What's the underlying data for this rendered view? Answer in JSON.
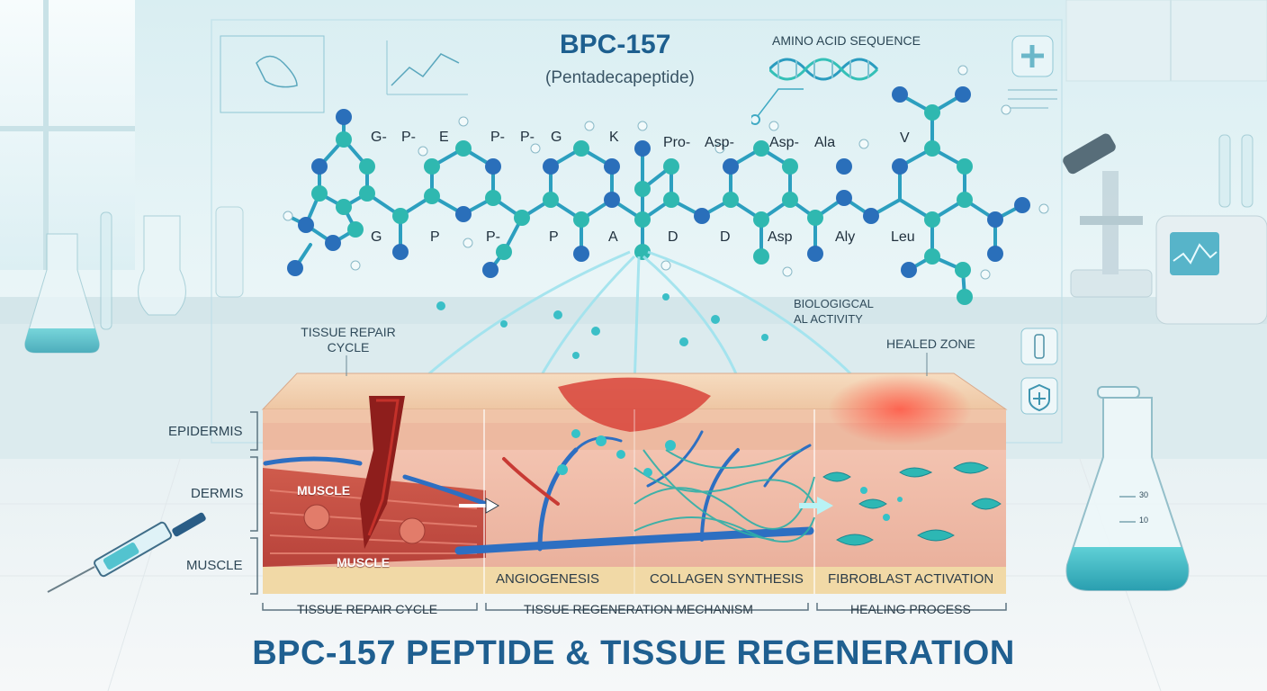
{
  "peptide": {
    "name": "BPC-157",
    "subtitle": "(Pentadecapeptide)",
    "sequence_label": "AMINO ACID SEQUENCE",
    "top_letters": [
      "G-",
      "P-",
      "E",
      "P-",
      "P-",
      "G",
      "K",
      "Pro-",
      "Asp-",
      "Asp-",
      "Ala",
      "V"
    ],
    "bottom_letters": [
      "G",
      "P",
      "P-",
      "P",
      "A",
      "D",
      "D",
      "Asp",
      "Aly",
      "Leu"
    ]
  },
  "annotations": {
    "activity_line1": "BIOLOGIGCAL",
    "activity_line2": "AL ACTIVITY",
    "repair_line1": "TISSUE REPAIR",
    "repair_line2": "CYCLE",
    "healed_zone": "HEALED ZONE"
  },
  "layers": {
    "epidermis": "EPIDERMIS",
    "dermis": "DERMIS",
    "muscle": "MUSCLE",
    "muscle_in_block_1": "MUSCLE",
    "muscle_in_block_2": "MUSCLE"
  },
  "zones": {
    "angiogenesis": "ANGIOGENESIS",
    "collagen": "COLLAGEN SYNTHESIS",
    "fibroblast": "FIBROBLAST ACTIVATION"
  },
  "bottom": {
    "repair": "TISSUE REPAIR CYCLE",
    "mechanism": "TISSUE REGENERATION MECHANISM",
    "healing": "HEALING PROCESS"
  },
  "flask_marks": [
    "30",
    "10"
  ],
  "title": "BPC-157 PEPTIDE & TISSUE REGENERATION",
  "colors": {
    "title": "#1f5f90",
    "molecule_bond": "#2c9fbf",
    "atom_teal": "#2fb8b0",
    "atom_blue": "#2a6fba",
    "skin": "#f1c9a6",
    "wound": "#c4312a",
    "vessel": "#2d6fc2",
    "collagen": "#2eb0a8"
  }
}
